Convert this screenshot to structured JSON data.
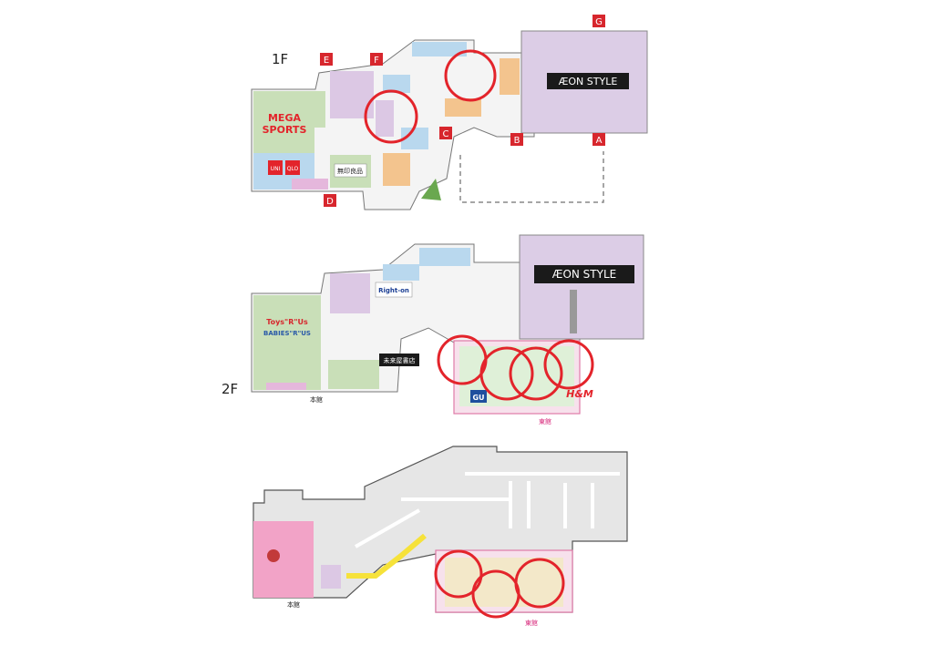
{
  "floors": {
    "f1": {
      "label": "1F",
      "aeon_style": "ÆON STYLE",
      "mega_sports": [
        "MEGA",
        "SPORTS"
      ],
      "uniqlo": [
        "UNI",
        "QLO"
      ],
      "muji": "無印良品",
      "entrances": [
        "A",
        "B",
        "C",
        "D",
        "E",
        "F",
        "G"
      ]
    },
    "f2": {
      "label": "2F",
      "aeon_style": "ÆON STYLE",
      "right_on": "Right-on",
      "toysrus": "Toys\"R\"Us",
      "babiesrus": "BABIES\"R\"US",
      "gu": "GU",
      "hm": "H&M",
      "bookstore": "未来屋書店",
      "honkan": "本館",
      "higashikan": "東館"
    },
    "f3": {
      "honkan": "本館",
      "higashikan": "東館"
    }
  },
  "colors": {
    "aeon_purple": "#dccde6",
    "highlight_red": "#e3242b",
    "entrance_red": "#d7262d",
    "pink_area": "#f2a3c7",
    "blue_store": "#b9d8ee",
    "green_store": "#c9dfb8",
    "orange_store": "#f3c48e",
    "parking_gray": "#e6e6e6",
    "route_yellow": "#f6e23a"
  }
}
